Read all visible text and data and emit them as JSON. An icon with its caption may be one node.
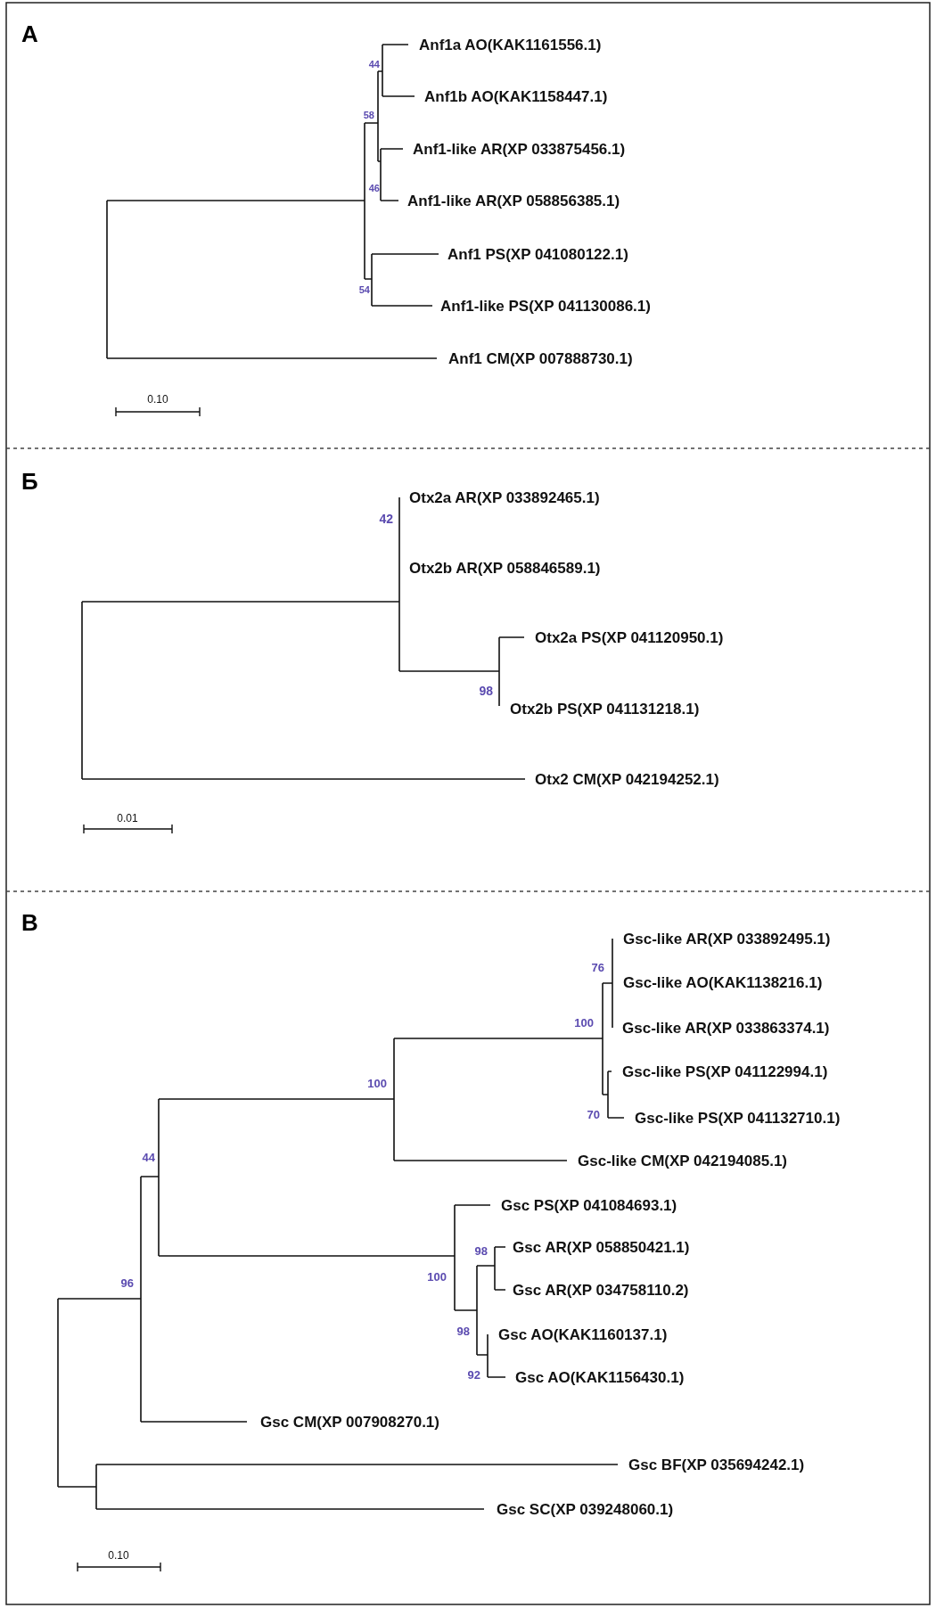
{
  "diagram": {
    "labels": [
      "А",
      "Anf1a AO(KAK1161556.1)",
      "44",
      "Anf1b AO(KAK1158447.1)",
      "58",
      "Anf1-like AR(XP 033875456.1)",
      "46",
      "Anf1-like AR(XP 058856385.1)",
      "Anf1 PS(XP 041080122.1)",
      "54",
      "Anf1-like PS(XP 041130086.1)",
      "Anf1 CM(XP 007888730.1)",
      "0.10",
      "Б",
      "Otx2a AR(XP 033892465.1)",
      "42",
      "Otx2b AR(XP 058846589.1)",
      "Otx2a PS(XP 041120950.1)",
      "98",
      "Otx2b PS(XP 041131218.1)",
      "Otx2 CM(XP 042194252.1)",
      "0.01",
      "В",
      "Gsc-like AR(XP 033892495.1)",
      "76",
      "Gsc-like AO(KAK1138216.1)",
      "100",
      "Gsc-like AR(XP 033863374.1)",
      "Gsc-like PS(XP 041122994.1)",
      "70",
      "Gsc-like PS(XP 041132710.1)",
      "100",
      "Gsc-like CM(XP 042194085.1)",
      "44",
      "Gsc PS(XP 041084693.1)",
      "Gsc AR(XP 058850421.1)",
      "98",
      "100",
      "96",
      "Gsc AR(XP 034758110.2)",
      "98",
      "Gsc AO(KAK1160137.1)",
      "92",
      "Gsc AO(KAK1156430.1)",
      "Gsc CM(XP 007908270.1)",
      "Gsc BF(XP 035694242.1)",
      "Gsc SC(XP 039248060.1)",
      "0.10"
    ]
  }
}
